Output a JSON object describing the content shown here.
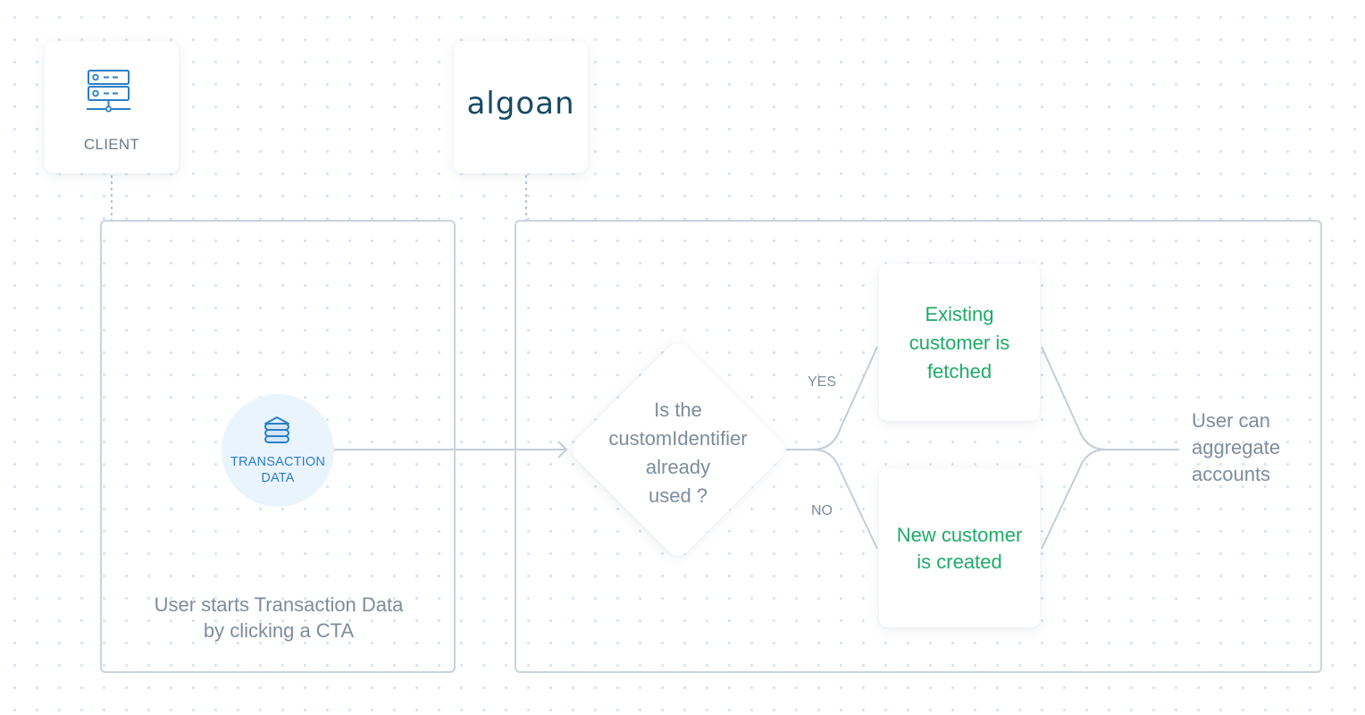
{
  "client": {
    "label": "CLIENT",
    "icon": "server-icon"
  },
  "algoan": {
    "logo_text": "algoan",
    "brand_color": "#184a63"
  },
  "left_panel": {
    "node": {
      "icon": "database-icon",
      "label": "TRANSACTION\nDATA"
    },
    "caption": "User starts Transaction Data\nby clicking a CTA"
  },
  "right_panel": {
    "decision": {
      "text": "Is the\ncustomIdentifier\nalready\nused ?"
    },
    "branches": {
      "yes_label": "YES",
      "no_label": "NO"
    },
    "existing_customer": "Existing\ncustomer is\nfetched",
    "new_customer": "New customer\nis created",
    "result": "User can\naggregate\naccounts"
  },
  "colors": {
    "accent_green": "#1faa6a",
    "accent_blue": "#2b7fc8",
    "text_gray": "#7e8c9b",
    "line_gray": "#c9d3de"
  }
}
